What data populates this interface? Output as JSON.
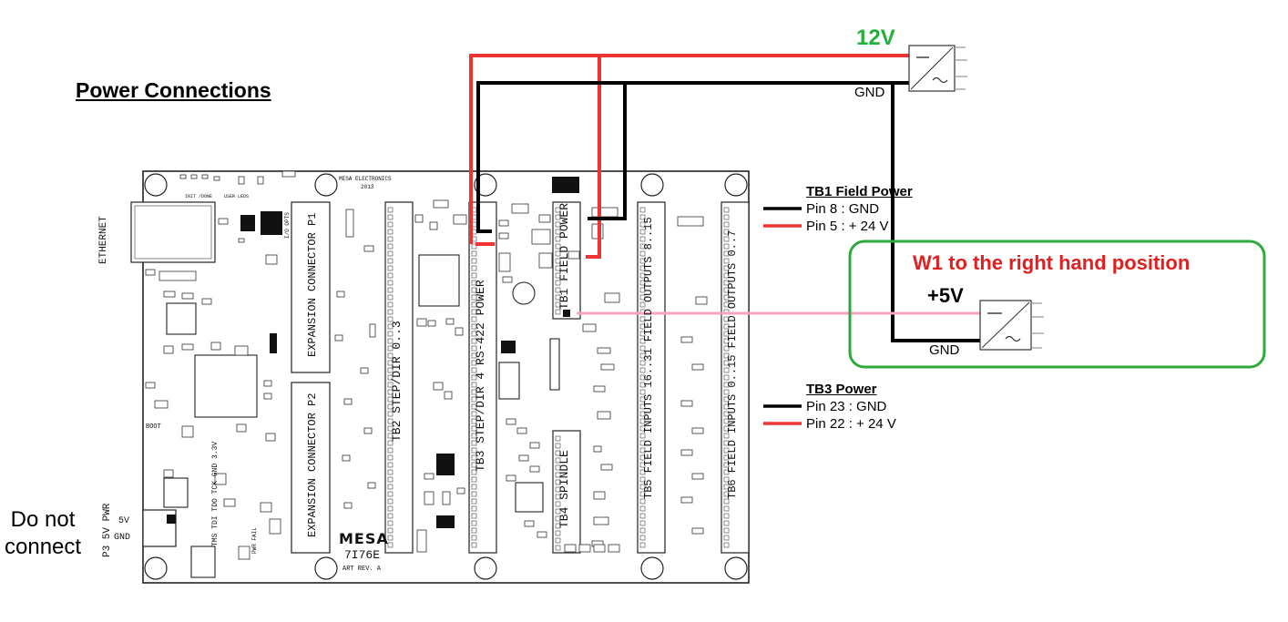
{
  "title": "Power Connections",
  "supply_12v": {
    "voltage_label": "12V",
    "gnd_label": "GND"
  },
  "supply_5v": {
    "voltage_label": "+5V",
    "gnd_label": "GND"
  },
  "w1_note": "W1 to the right hand position",
  "tb1": {
    "heading": "TB1 Field Power",
    "pin_gnd": "Pin 8 : GND",
    "pin_pos": "Pin 5 : + 24 V"
  },
  "tb3": {
    "heading": "TB3 Power",
    "pin_gnd": "Pin 23 : GND",
    "pin_pos": "Pin 22 : + 24 V"
  },
  "p3_note": {
    "line1": "Do not",
    "line2": "connect"
  },
  "board": {
    "ethernet": "ETHERNET",
    "maker": "MESA ELECTRONICS",
    "year": "2013",
    "logo": "MESA",
    "model": "7I76E",
    "rev": "ART REV. A",
    "exp_p1": "EXPANSION CONNECTOR P1",
    "exp_p2": "EXPANSION CONNECTOR P2",
    "tb2": "TB2 STEP/DIR 0..3",
    "tb3": "TB3 STEP/DIR 4 RS-422 POWER",
    "tb1": "TB1 FIELD POWER",
    "tb4": "TB4 SPINDLE",
    "tb5": "TB5 FIELD INPUTS 16..31 FIELD OUTPUTS 8..15",
    "tb6": "TB6 FIELD INPUTS 0..15 FIELD OUTPUTS 0..7",
    "p3": "P3 5V PWR",
    "p3_5v": "5V",
    "p3_gnd": "GND",
    "user_leds": "USER LEDS",
    "init_done": "INIT /DONE",
    "io_opts": "I/O OPTS",
    "boot": "BOOT",
    "jtag": "TMS TDI TDO TCK GND 3.3V",
    "pwr_fail": "PWR FAIL"
  },
  "colors": {
    "wire_pos": "#ee3333",
    "wire_gnd": "#000000",
    "wire_5v": "#f4a6c0",
    "box_green": "#2eaa3c",
    "note_red": "#e02020",
    "label_green": "#23b03a"
  }
}
